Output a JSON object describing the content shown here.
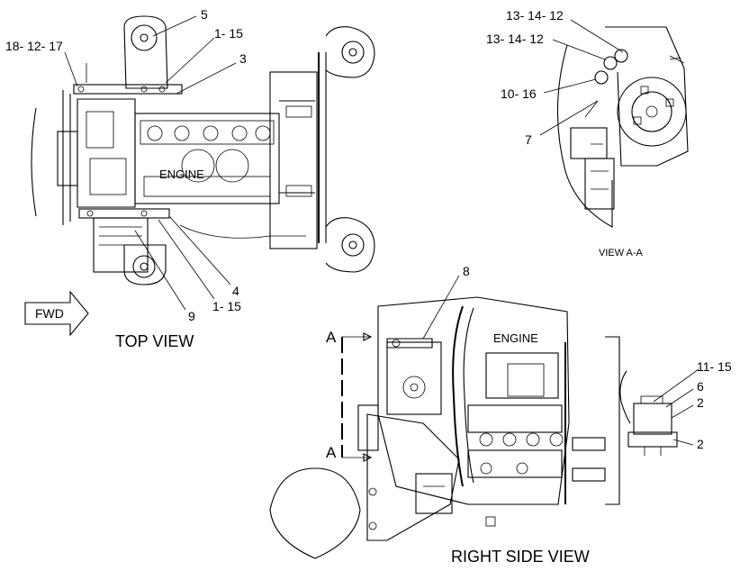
{
  "views": {
    "top": "TOP VIEW",
    "right_side": "RIGHT SIDE VIEW",
    "section": "VIEW A-A"
  },
  "labels": {
    "engine_top": "ENGINE",
    "engine_side": "ENGINE",
    "fwd": "FWD",
    "section_a_top": "A",
    "section_a_bottom": "A"
  },
  "callouts": {
    "c_5": "5",
    "c_1_15_top": "1- 15",
    "c_3": "3",
    "c_18_12_17": "18- 12- 17",
    "c_4": "4",
    "c_1_15_bottom": "1- 15",
    "c_9": "9",
    "c_13_14_12_a": "13- 14- 12",
    "c_13_14_12_b": "13- 14- 12",
    "c_10_16": "10- 16",
    "c_7": "7",
    "c_8": "8",
    "c_11_15": "11- 15",
    "c_6": "6",
    "c_2_top": "2",
    "c_2_bottom": "2"
  }
}
